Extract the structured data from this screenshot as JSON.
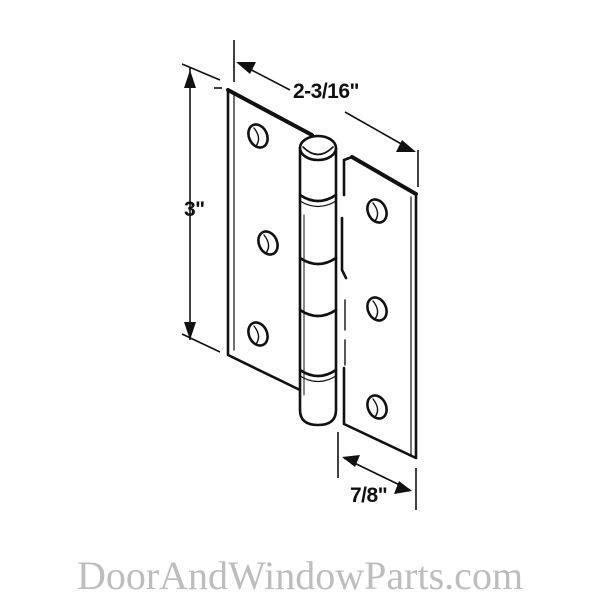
{
  "diagram": {
    "subject": "Butt hinge line drawing",
    "dimensions": {
      "width": "2-3/16\"",
      "height": "3\"",
      "leaf_offset": "7/8\""
    }
  },
  "watermark": {
    "text": "DoorAndWindowParts.com",
    "color": "#bdbdbd"
  },
  "colors": {
    "line": "#111111",
    "background": "#ffffff"
  }
}
